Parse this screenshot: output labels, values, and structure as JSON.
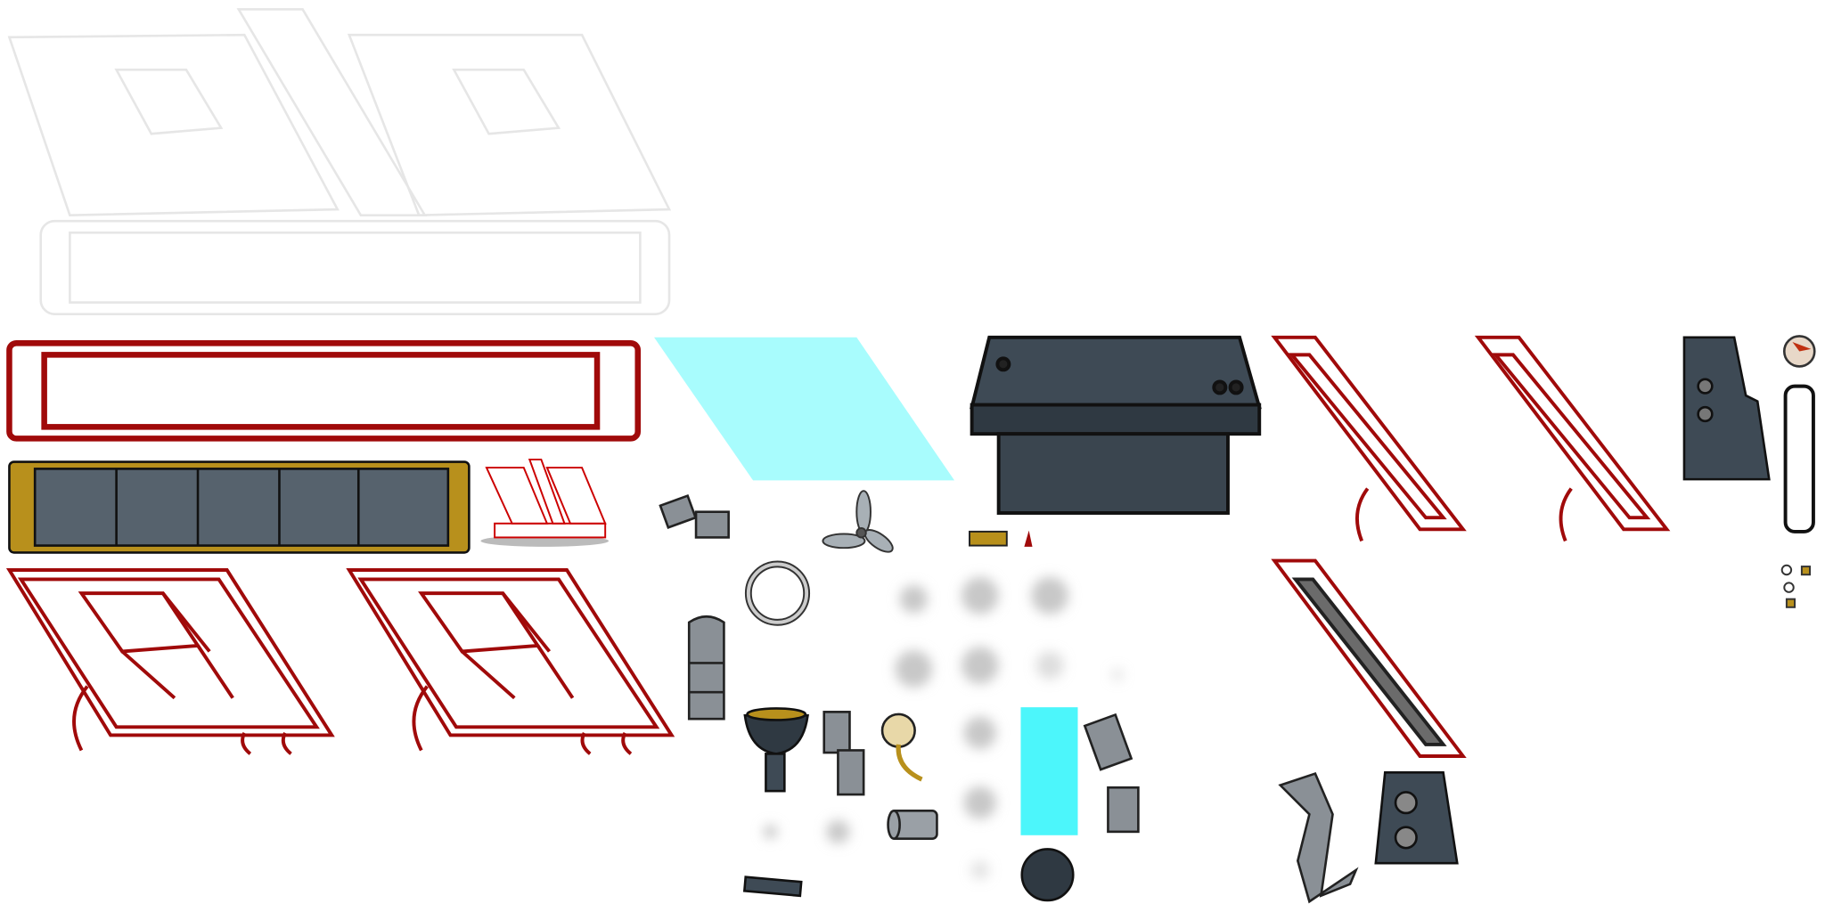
{
  "sheet": {
    "background": "#ffffff",
    "colors": {
      "outline_red": "#a00a0a",
      "glass_cyan": "#a8fcfd",
      "glass_cyan_strong": "#4cf6fb",
      "metal_dark": "#3e4a55",
      "metal_mid": "#56626d",
      "brass": "#b8901c",
      "pipe_grey": "#8a9096",
      "glass_dark": "#6b6b6b",
      "smoke": "#c8c8c8"
    },
    "sprites": [
      "solar-panel-outline-white",
      "long-bar-red-outline",
      "glass-parallelogram",
      "machine-console-base",
      "thin-panel-red-1",
      "thin-panel-red-2",
      "side-bracket",
      "gauge-dial",
      "capsule-frame",
      "brass-window-bar",
      "mini-solar-icon",
      "pipe-elbow",
      "propeller",
      "solar-panel-red-1",
      "solar-panel-red-2",
      "ring",
      "smoke-puffs",
      "pipe-segment",
      "funnel-post",
      "gauge-small",
      "cyan-strip",
      "dark-glass-panel",
      "round-cap",
      "bolt-block"
    ]
  }
}
